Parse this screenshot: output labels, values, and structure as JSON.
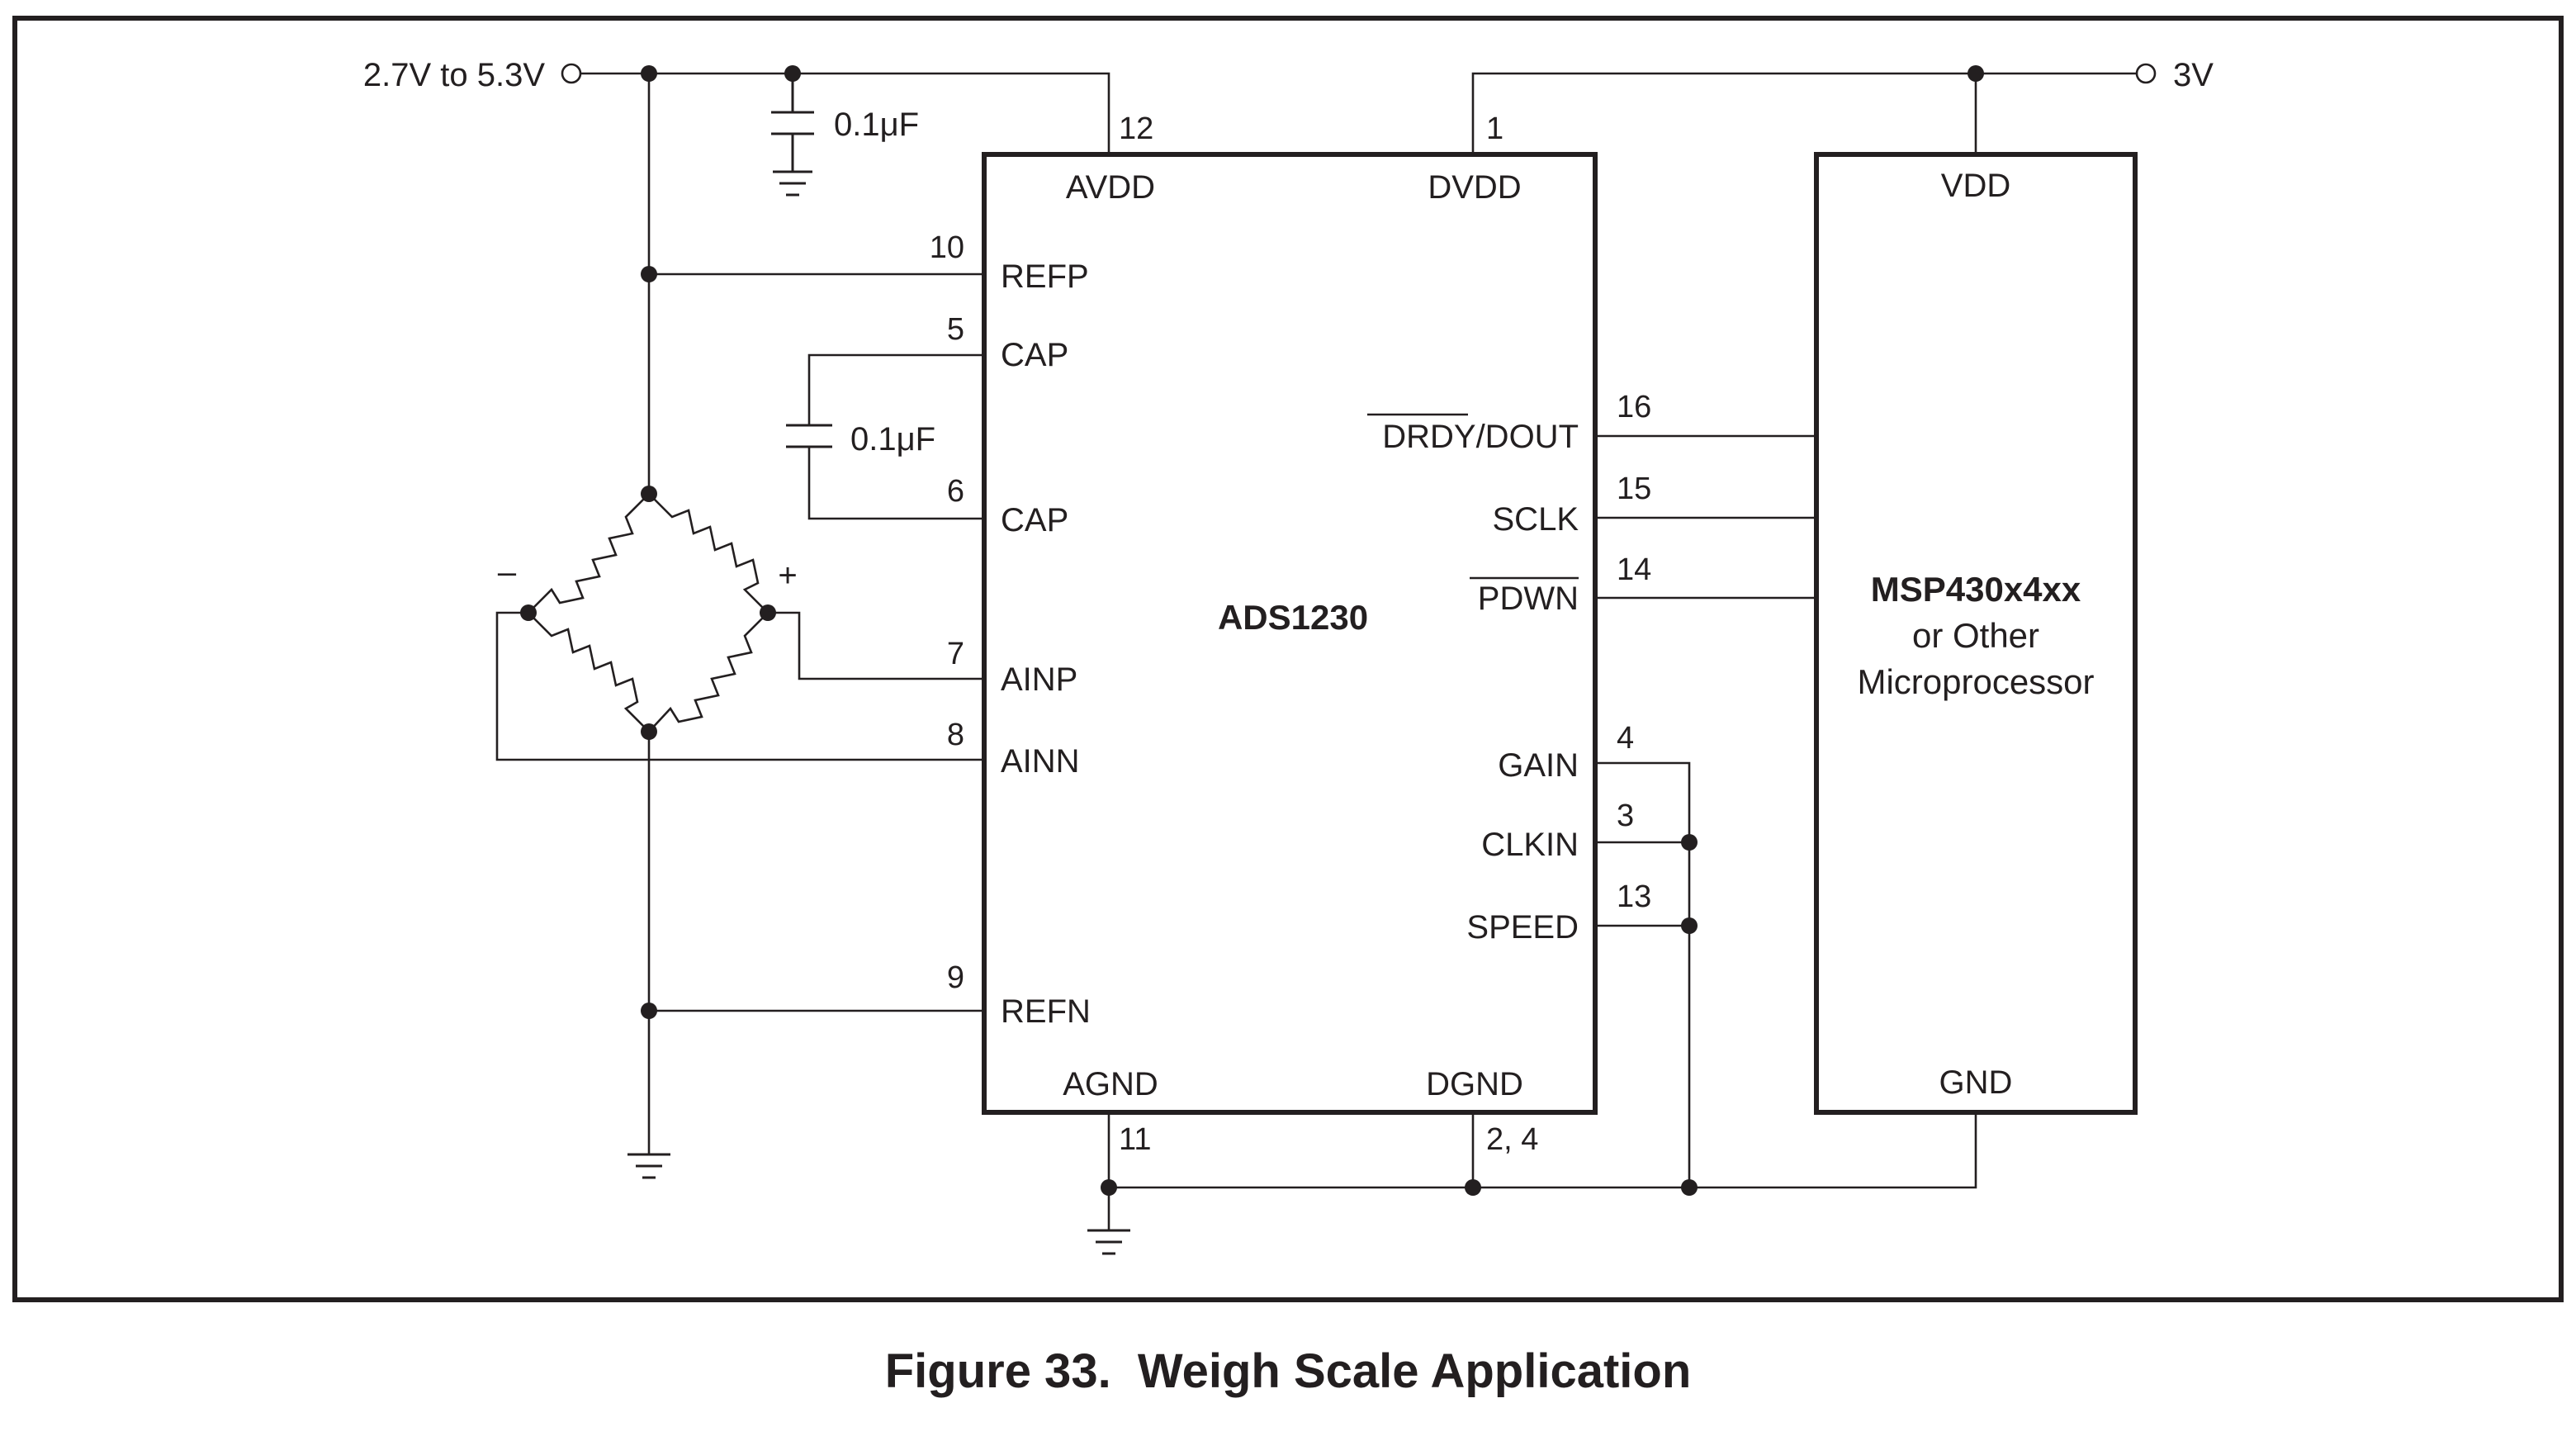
{
  "caption": "Figure 33.  Weigh Scale Application",
  "supplies": {
    "analog": "2.7V to 5.3V",
    "digital": "3V"
  },
  "capacitors": {
    "decoupling": "0.1μF",
    "cap_pins": "0.1μF"
  },
  "bridge": {
    "minus": "–",
    "plus": "+"
  },
  "adc": {
    "name": "ADS1230",
    "top_pins": [
      {
        "label": "AVDD",
        "num": "12"
      },
      {
        "label": "DVDD",
        "num": "1"
      }
    ],
    "left_pins": [
      {
        "label": "REFP",
        "num": "10"
      },
      {
        "label": "CAP",
        "num": "5"
      },
      {
        "label": "CAP",
        "num": "6"
      },
      {
        "label": "AINP",
        "num": "7"
      },
      {
        "label": "AINN",
        "num": "8"
      },
      {
        "label": "REFN",
        "num": "9"
      }
    ],
    "right_pins": [
      {
        "label": "DRDY/DOUT",
        "num": "16",
        "overbar": "DRDY",
        "rest": "/DOUT"
      },
      {
        "label": "SCLK",
        "num": "15"
      },
      {
        "label": "PDWN",
        "num": "14",
        "overbar": "PDWN"
      },
      {
        "label": "GAIN",
        "num": "4"
      },
      {
        "label": "CLKIN",
        "num": "3"
      },
      {
        "label": "SPEED",
        "num": "13"
      }
    ],
    "bottom_pins": [
      {
        "label": "AGND",
        "num": "11"
      },
      {
        "label": "DGND",
        "num": "2, 4"
      }
    ]
  },
  "mcu": {
    "line1": "MSP430x4xx",
    "line2": "or Other",
    "line3": "Microprocessor",
    "vdd": "VDD",
    "gnd": "GND"
  }
}
